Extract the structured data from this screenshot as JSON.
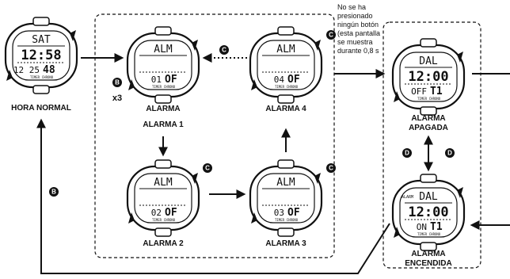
{
  "watches": [
    {
      "id": "normal",
      "top": "SAT",
      "main": "12:58",
      "sub": "12 25",
      "sub2": "48",
      "caption": [
        "HORA NORMAL"
      ]
    },
    {
      "id": "alarm1",
      "top": "ALM",
      "main": "",
      "sub": "01",
      "sub2": "OF",
      "caption": [
        "ALARMA",
        "ALARMA 1"
      ]
    },
    {
      "id": "alarm4",
      "top": "ALM",
      "main": "",
      "sub": "04",
      "sub2": "OF",
      "caption": [
        "ALARMA 4"
      ]
    },
    {
      "id": "alarm2",
      "top": "ALM",
      "main": "",
      "sub": "02",
      "sub2": "OF",
      "caption": [
        "ALARMA 2"
      ]
    },
    {
      "id": "alarm3",
      "top": "ALM",
      "main": "",
      "sub": "03",
      "sub2": "OF",
      "caption": [
        "ALARMA 3"
      ]
    },
    {
      "id": "alarm_off",
      "top": "DAL",
      "main": "12:00",
      "sub": "OFF",
      "sub2": "T1",
      "caption": [
        "ALARMA",
        "APAGADA"
      ]
    },
    {
      "id": "alarm_on",
      "top": "DAL",
      "main": "12:00",
      "sub": "ON",
      "sub2": "T1",
      "pre": "ALARM",
      "caption": [
        "ALARMA",
        "ENCENDIDA"
      ]
    }
  ],
  "bottom_legend": [
    "TIMER",
    "CHRONO"
  ],
  "buttons": {
    "b": "B",
    "c": "C",
    "d": "D"
  },
  "multiplier": "x3",
  "note_lines": [
    "No se ha",
    "presionado",
    "ningún botón",
    "(esta pantalla",
    "se muestra",
    "durante 0,8 s"
  ]
}
